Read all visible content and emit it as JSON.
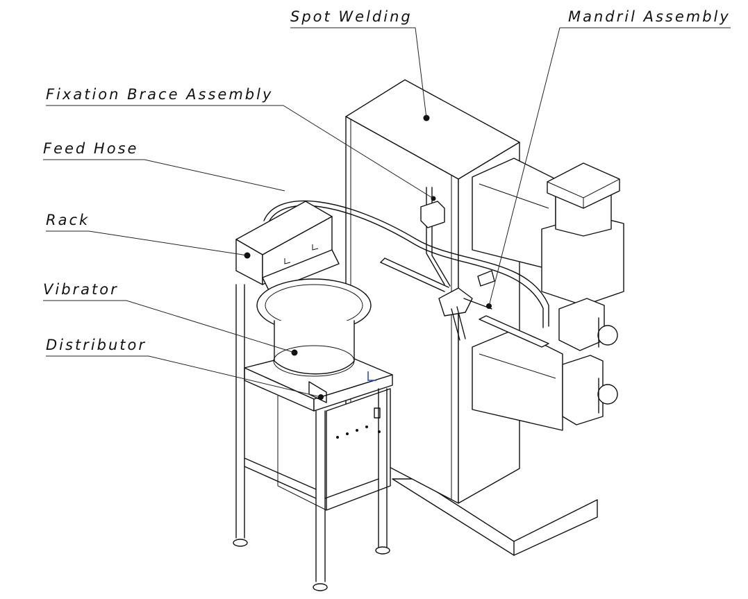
{
  "labels": {
    "spot_welding": "Spot Welding",
    "mandril_assembly": "Mandril Assembly",
    "fixation_brace_assembly": "Fixation Brace Assembly",
    "feed_hose": "Feed Hose",
    "rack": "Rack",
    "vibrator": "Vibrator",
    "distributor": "Distributor"
  },
  "ucs_marker": "L",
  "colors": {
    "line": "#111111",
    "background": "#ffffff",
    "ucs_marker": "#1f4fd6"
  }
}
